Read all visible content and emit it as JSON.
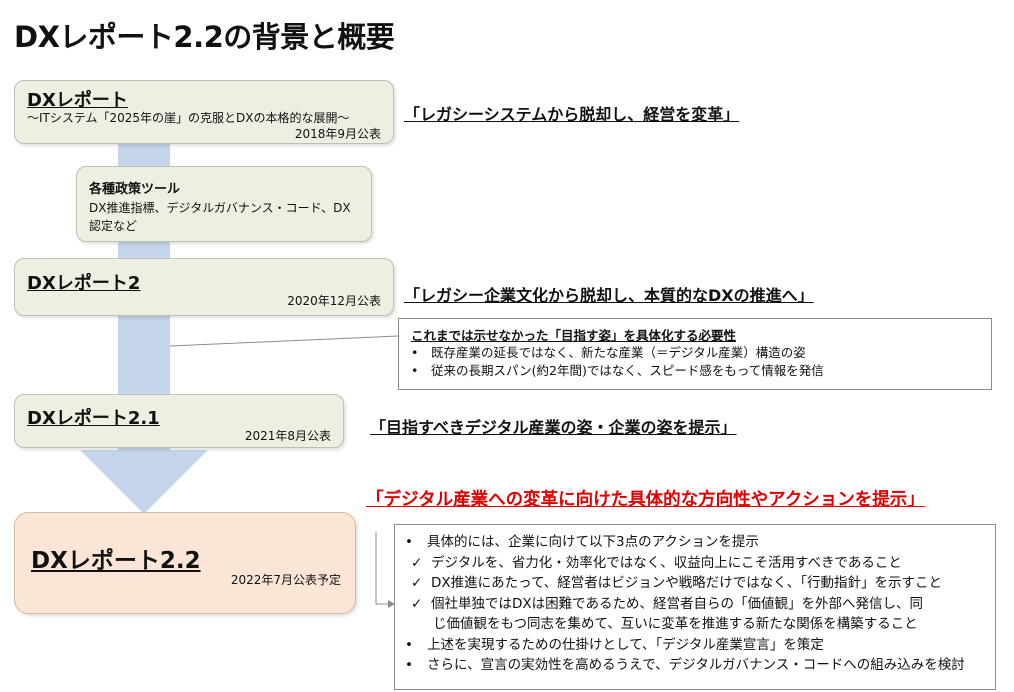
{
  "page_title": "DXレポート2.2の背景と概要",
  "reports": {
    "dx1": {
      "title": "DXレポート",
      "subtitle": "～ITシステム「2025年の崖」の克服とDXの本格的な展開～",
      "date": "2018年9月公表",
      "slogan": "「レガシーシステムから脱却し、経営を変革」"
    },
    "tools": {
      "title": "各種政策ツール",
      "line1": "DX推進指標、デジタルガバナンス・コード、DX",
      "line2": "認定など"
    },
    "dx2": {
      "title": "DXレポート2",
      "date": "2020年12月公表",
      "slogan": "「レガシー企業文化から脱却し、本質的なDXの推進へ」"
    },
    "dx21": {
      "title": "DXレポート2.1",
      "date": "2021年8月公表",
      "slogan": "「目指すべきデジタル産業の姿・企業の姿を提示」"
    },
    "dx22": {
      "title": "DXレポート2.2",
      "date": "2022年7月公表予定",
      "slogan": "「デジタル産業への変革に向けた具体的な方向性やアクションを提示」"
    }
  },
  "necessity": {
    "heading": "これまでは示せなかった「目指す姿」を具体化する必要性",
    "bullets": [
      "既存産業の延長ではなく、新たな産業（＝デジタル産業）構造の姿",
      "従来の長期スパン(約2年間)ではなく、スピード感をもって情報を発信"
    ]
  },
  "summary": {
    "intro": "具体的には、企業に向けて以下3点のアクションを提示",
    "checks": [
      "デジタルを、省力化・効率化ではなく、収益向上にこそ活用すべきであること",
      "DX推進にあたって、経営者はビジョンや戦略だけではなく、「行動指針」を示すこと",
      "個社単独ではDXは困難であるため、経営者自らの「価値観」を外部へ発信し、同"
    ],
    "check3_cont": "じ価値観をもつ同志を集めて、互いに変革を推進する新たな関係を構築すること",
    "bullets": [
      "上述を実現するための仕掛けとして、「デジタル産業宣言」を策定",
      "さらに、宣言の実効性を高めるうえで、デジタルガバナンス・コードへの組み込みを検討"
    ],
    "bullet_mark": "•",
    "check_mark": "✓"
  },
  "colors": {
    "box_green": "#ebf0e3",
    "box_orange": "#fbe5d6",
    "flow_blue": "#c5d6ec",
    "slogan_red": "#e00000"
  }
}
